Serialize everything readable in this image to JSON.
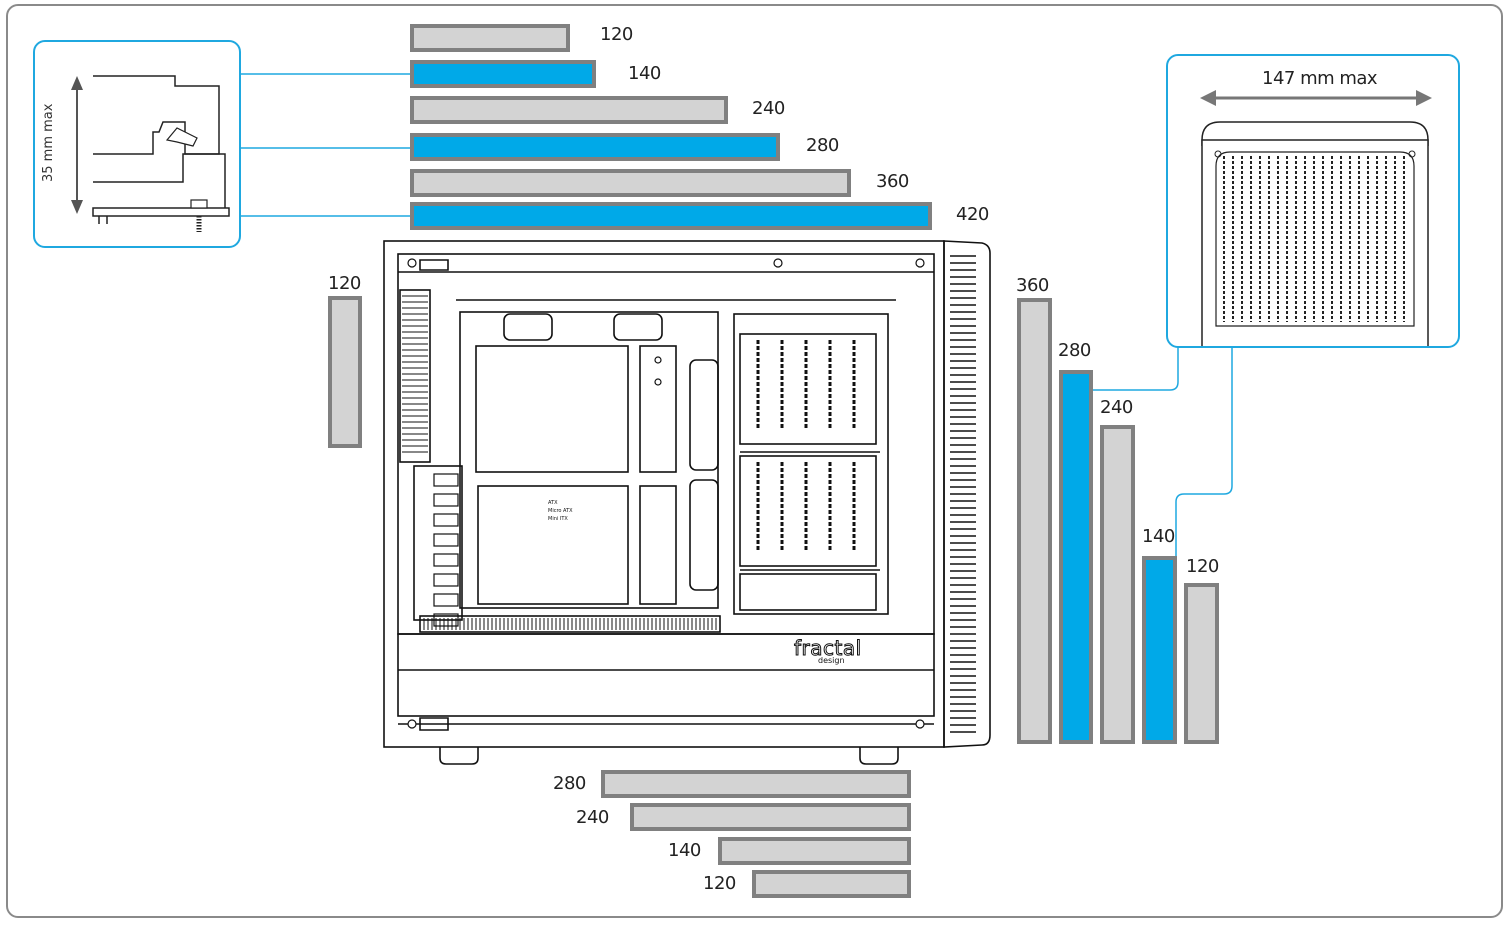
{
  "top_bars": [
    {
      "label": "120",
      "color": "gray"
    },
    {
      "label": "140",
      "color": "blue"
    },
    {
      "label": "240",
      "color": "gray"
    },
    {
      "label": "280",
      "color": "blue"
    },
    {
      "label": "360",
      "color": "gray"
    },
    {
      "label": "420",
      "color": "blue"
    }
  ],
  "rear_bar": {
    "label": "120",
    "color": "gray"
  },
  "front_bars": [
    {
      "label": "360",
      "color": "gray"
    },
    {
      "label": "280",
      "color": "blue"
    },
    {
      "label": "240",
      "color": "gray"
    },
    {
      "label": "140",
      "color": "blue"
    },
    {
      "label": "120",
      "color": "gray"
    }
  ],
  "bottom_bars": [
    {
      "label": "280",
      "color": "gray"
    },
    {
      "label": "240",
      "color": "gray"
    },
    {
      "label": "140",
      "color": "gray"
    },
    {
      "label": "120",
      "color": "gray"
    }
  ],
  "callouts": {
    "top_clearance": "35 mm max",
    "front_width": "147 mm max"
  },
  "case_text": {
    "brand": "fractal",
    "brand_sub": "design",
    "mb_label_1": "ATX",
    "mb_label_2": "Micro ATX",
    "mb_label_3": "Mini ITX"
  },
  "colors": {
    "accent": "#00a9e8",
    "bar_fill": "#d3d3d3",
    "bar_border": "#808080",
    "frame": "#8a8a8a"
  }
}
